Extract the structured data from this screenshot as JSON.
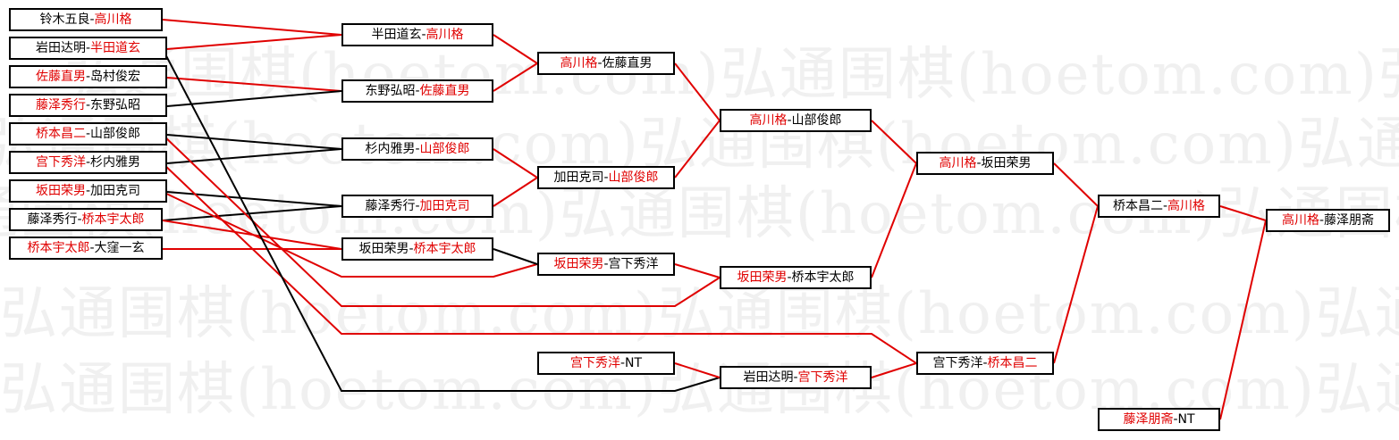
{
  "watermark": [
    "弘通围棋(hoetom.com)弘通围棋(hoetom.com)弘通围棋(hoetom.com)弘通围棋"
  ],
  "colors": {
    "win": "#e00000",
    "loss": "#000000"
  },
  "round1": [
    {
      "left": "铃木五良",
      "sep": "-",
      "right": "高川格",
      "winner": "right"
    },
    {
      "left": "岩田达明",
      "sep": "-",
      "right": "半田道玄",
      "winner": "right"
    },
    {
      "left": "佐藤直男",
      "sep": "-",
      "right": "岛村俊宏",
      "winner": "left"
    },
    {
      "left": "藤泽秀行",
      "sep": "-",
      "right": "东野弘昭",
      "winner": "left"
    },
    {
      "left": "桥本昌二",
      "sep": "-",
      "right": "山部俊郎",
      "winner": "left"
    },
    {
      "left": "宫下秀洋",
      "sep": "-",
      "right": "杉内雅男",
      "winner": "left"
    },
    {
      "left": "坂田荣男",
      "sep": "-",
      "right": "加田克司",
      "winner": "left"
    },
    {
      "left": "藤泽秀行",
      "sep": "-",
      "right": "桥本宇太郎",
      "winner": "right"
    },
    {
      "left": "桥本宇太郎",
      "sep": "-",
      "right": "大窪一玄",
      "winner": "left"
    }
  ],
  "round2": [
    {
      "left": "半田道玄",
      "sep": "-",
      "right": "高川格",
      "winner": "right"
    },
    {
      "left": "东野弘昭",
      "sep": "-",
      "right": "佐藤直男",
      "winner": "right"
    },
    {
      "left": "杉内雅男",
      "sep": "-",
      "right": "山部俊郎",
      "winner": "right"
    },
    {
      "left": "藤泽秀行",
      "sep": "-",
      "right": "加田克司",
      "winner": "right"
    },
    {
      "left": "坂田荣男",
      "sep": "-",
      "right": "桥本宇太郎",
      "winner": "right"
    }
  ],
  "round3": [
    {
      "left": "高川格",
      "sep": "-",
      "right": "佐藤直男",
      "winner": "left"
    },
    {
      "left": "加田克司",
      "sep": "-",
      "right": "山部俊郎",
      "winner": "right"
    },
    {
      "left": "坂田荣男",
      "sep": "-",
      "right": "宫下秀洋",
      "winner": "left"
    },
    {
      "left": "宫下秀洋",
      "sep": "-",
      "right": "NT",
      "winner": "left"
    }
  ],
  "round4": [
    {
      "left": "高川格",
      "sep": "-",
      "right": "山部俊郎",
      "winner": "left"
    },
    {
      "left": "坂田荣男",
      "sep": "-",
      "right": "桥本宇太郎",
      "winner": "left"
    },
    {
      "left": "岩田达明",
      "sep": "-",
      "right": "宫下秀洋",
      "winner": "right"
    }
  ],
  "round5": [
    {
      "left": "高川格",
      "sep": "-",
      "right": "坂田荣男",
      "winner": "left"
    },
    {
      "left": "宫下秀洋",
      "sep": "-",
      "right": "桥本昌二",
      "winner": "right"
    }
  ],
  "round6": [
    {
      "left": "桥本昌二",
      "sep": "-",
      "right": "高川格",
      "winner": "right"
    },
    {
      "left": "藤泽朋斋",
      "sep": "-",
      "right": "NT",
      "winner": "left"
    }
  ],
  "final": [
    {
      "left": "高川格",
      "sep": "-",
      "right": "藤泽朋斋",
      "winner": "left"
    }
  ]
}
